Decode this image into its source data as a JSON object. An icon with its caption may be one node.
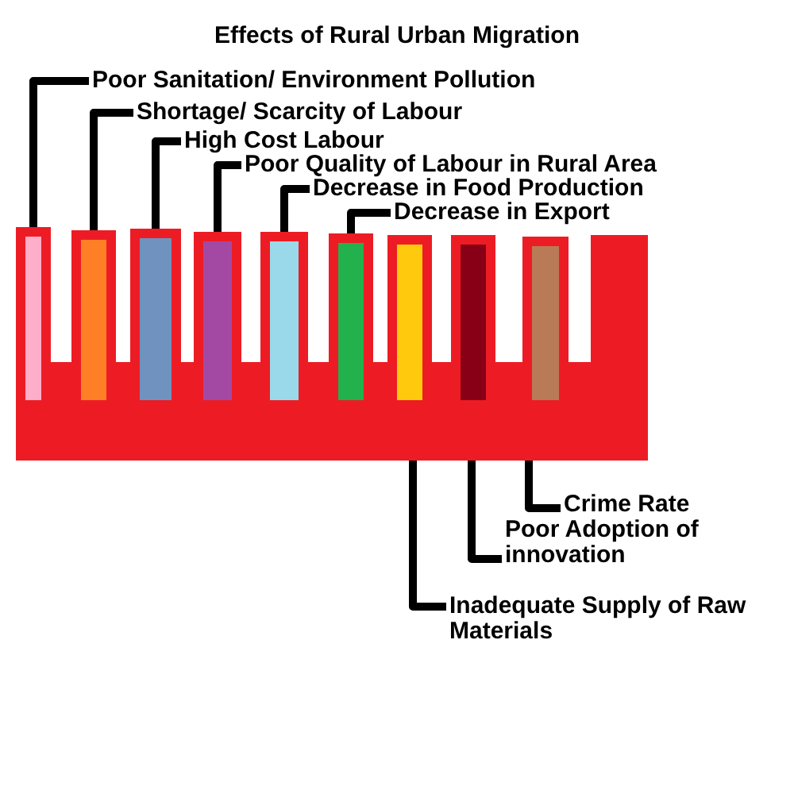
{
  "diagram": {
    "title": "Effects of Rural Urban Migration",
    "nodes": [
      {
        "text": [],
        "shape": "bar"
      },
      {
        "text": [],
        "shape": "bar",
        "in": 0
      },
      {
        "text": [],
        "shape": "bar",
        "in": 0
      },
      {
        "text": [],
        "shape": "bar",
        "in": 0
      },
      {
        "text": [],
        "shape": "bar",
        "in": 0
      },
      {
        "text": [],
        "shape": "bar",
        "in": 0
      },
      {
        "text": [],
        "shape": "bar",
        "in": 0
      },
      {
        "text": [],
        "shape": "bar",
        "in": 0
      },
      {
        "text": [],
        "shape": "bar",
        "in": 0
      },
      {
        "text": [],
        "shape": "bar",
        "in": 0
      },
      {
        "text": [
          "Poor Sanitation/ Environment Pollution"
        ]
      },
      {
        "text": [
          "Shortage/ Scarcity of Labour"
        ]
      },
      {
        "text": [
          "High Cost Labour"
        ]
      },
      {
        "text": [
          "Poor Quality of Labour in Rural Area"
        ]
      },
      {
        "text": [
          "Decrease in Food Production"
        ]
      },
      {
        "text": [
          "Decrease in Export"
        ]
      },
      {
        "text": [
          "Crime Rate"
        ]
      },
      {
        "text": [
          "Poor Adoption of innovation"
        ]
      },
      {
        "text": [
          "Inadequate Supply of Raw Materials"
        ]
      }
    ],
    "edges": [
      {
        "from": 10,
        "to": 1,
        "arrow": "none"
      },
      {
        "from": 11,
        "to": 2,
        "arrow": "none"
      },
      {
        "from": 12,
        "to": 3,
        "arrow": "none"
      },
      {
        "from": 13,
        "to": 4,
        "arrow": "none"
      },
      {
        "from": 14,
        "to": 5,
        "arrow": "none"
      },
      {
        "from": 15,
        "to": 6,
        "arrow": "none"
      },
      {
        "from": 16,
        "to": 0,
        "arrow": "none"
      },
      {
        "from": 17,
        "to": 0,
        "arrow": "none"
      },
      {
        "from": 18,
        "to": 0,
        "arrow": "none"
      }
    ]
  }
}
